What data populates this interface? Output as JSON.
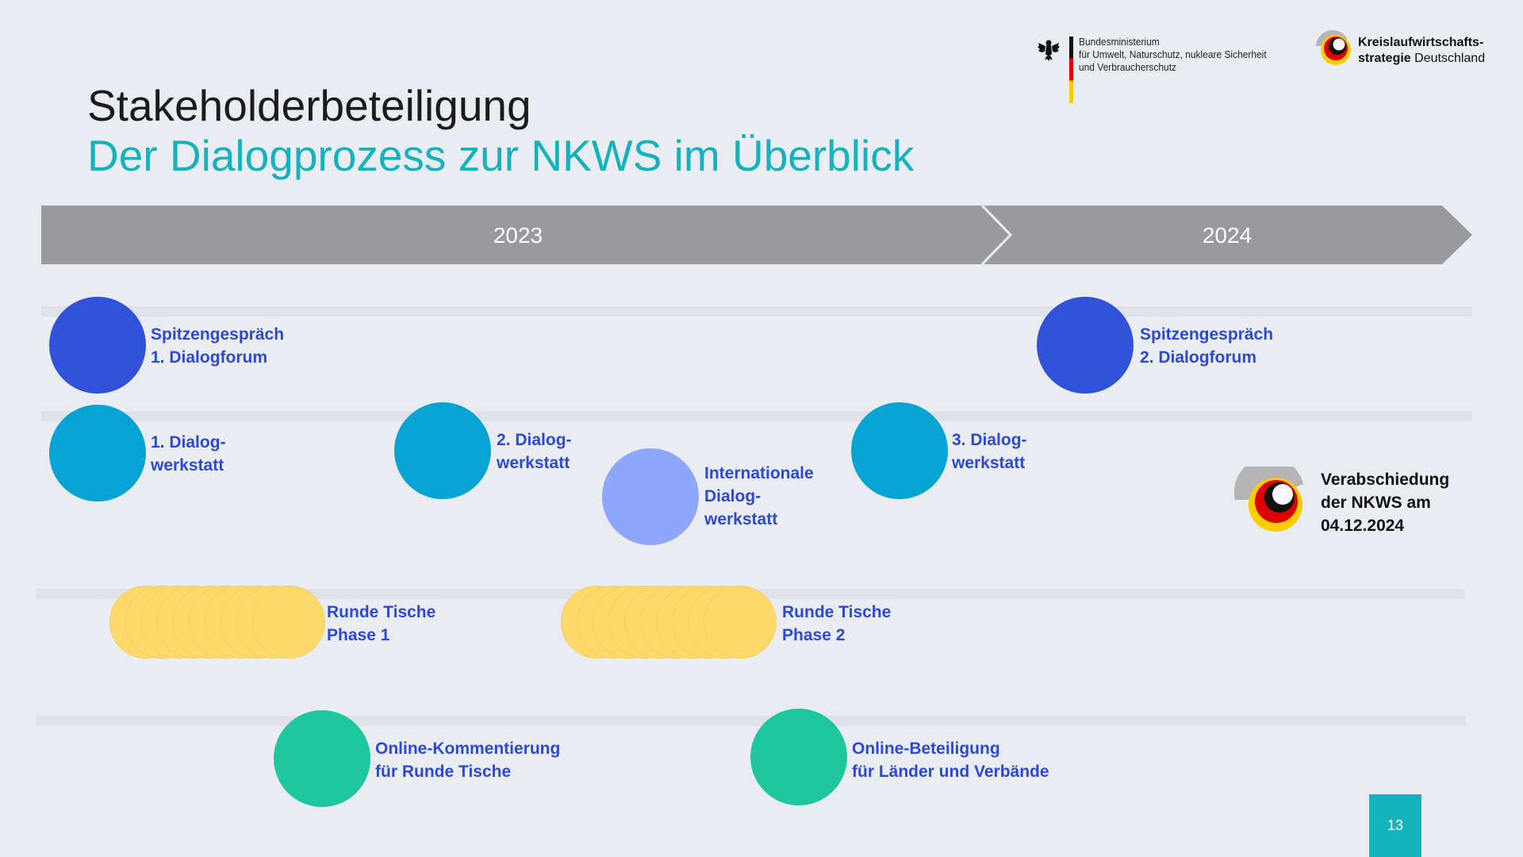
{
  "title": "Stakeholderbeteiligung",
  "subtitle": "Der Dialogprozess zur NKWS im Überblick",
  "logos": {
    "ministry_line1": "Bundesministerium",
    "ministry_line2": "für Umwelt, Naturschutz, nukleare Sicherheit",
    "ministry_line3": "und Verbraucherschutz",
    "kws_bold1": "Kreislaufwirtschafts-",
    "kws_bold2": "strategie",
    "kws_rest2": " Deutschland"
  },
  "timeline": {
    "year1": "2023",
    "year2": "2024"
  },
  "events": {
    "spitzen1": {
      "line1": "Spitzengespräch",
      "line2": "1. Dialogforum"
    },
    "spitzen2": {
      "line1": "Spitzengespräch",
      "line2": "2. Dialogforum"
    },
    "werkstatt1": {
      "line1": "1. Dialog-",
      "line2": "werkstatt"
    },
    "werkstatt2": {
      "line1": "2. Dialog-",
      "line2": "werkstatt"
    },
    "werkstatt3": {
      "line1": "3. Dialog-",
      "line2": "werkstatt"
    },
    "international": {
      "line1": "Internationale",
      "line2": "Dialog-",
      "line3": "werkstatt"
    },
    "verabschiedung": {
      "line1": "Verabschiedung",
      "line2": "der NKWS am",
      "line3": "04.12.2024"
    },
    "runde1": {
      "line1": "Runde Tische",
      "line2": "Phase 1"
    },
    "runde2": {
      "line1": "Runde Tische",
      "line2": "Phase 2"
    },
    "online1": {
      "line1": "Online-Kommentierung",
      "line2": "für Runde Tische"
    },
    "online2": {
      "line1": "Online-Beteiligung",
      "line2": "für Länder und Verbände"
    }
  },
  "colors": {
    "forum": "#3051d9",
    "werkstatt": "#05a4d2",
    "international": "#8ea6fb",
    "runde": "#ffd96a",
    "online": "#1fc79f",
    "accent": "#14b2bd",
    "timeline": "#9a9a9e"
  },
  "page_number": "13"
}
